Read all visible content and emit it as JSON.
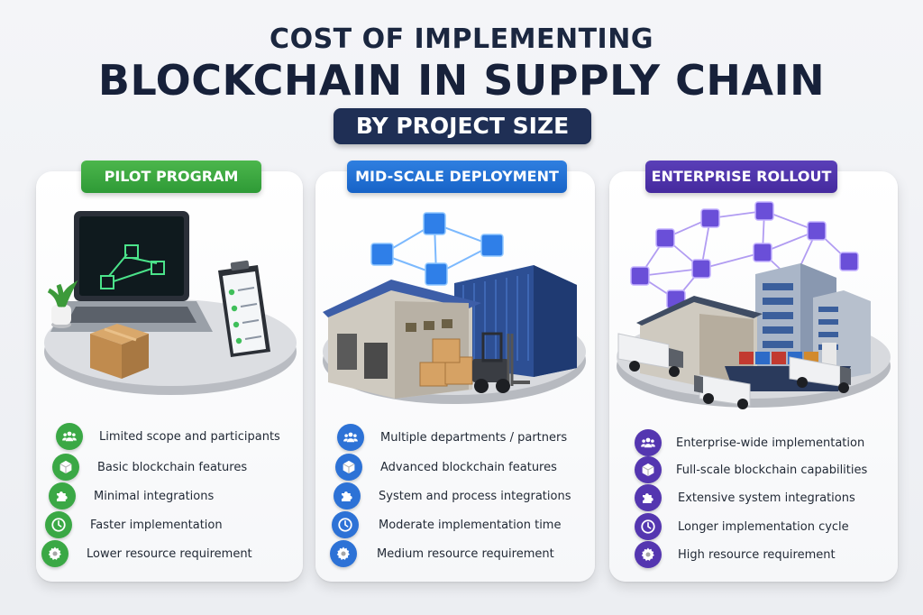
{
  "header": {
    "title_line1": "COST OF IMPLEMENTING",
    "title_line2": "BLOCKCHAIN IN SUPPLY CHAIN",
    "subtitle": "BY PROJECT SIZE"
  },
  "colors": {
    "green": "#3aa845",
    "blue": "#2d72d6",
    "purple": "#5436b0",
    "navy": "#1f2f55"
  },
  "columns": [
    {
      "label": "PILOT PROGRAM",
      "features": [
        {
          "icon": "people-icon",
          "text": "Limited scope and participants"
        },
        {
          "icon": "cube-icon",
          "text": "Basic blockchain features"
        },
        {
          "icon": "puzzle-icon",
          "text": "Minimal integrations"
        },
        {
          "icon": "clock-icon",
          "text": "Faster implementation"
        },
        {
          "icon": "gear-icon",
          "text": "Lower resource requirement"
        }
      ]
    },
    {
      "label": "MID-SCALE DEPLOYMENT",
      "features": [
        {
          "icon": "people-icon",
          "text": "Multiple departments / partners"
        },
        {
          "icon": "cube-icon",
          "text": "Advanced blockchain features"
        },
        {
          "icon": "puzzle-icon",
          "text": "System and process integrations"
        },
        {
          "icon": "clock-icon",
          "text": "Moderate implementation time"
        },
        {
          "icon": "gear-icon",
          "text": "Medium resource requirement"
        }
      ]
    },
    {
      "label": "ENTERPRISE ROLLOUT",
      "features": [
        {
          "icon": "people-icon",
          "text": "Enterprise-wide implementation"
        },
        {
          "icon": "cube-icon",
          "text": "Full-scale blockchain capabilities"
        },
        {
          "icon": "puzzle-icon",
          "text": "Extensive system integrations"
        },
        {
          "icon": "clock-icon",
          "text": "Longer implementation cycle"
        },
        {
          "icon": "gear-icon",
          "text": "High resource requirement"
        }
      ]
    }
  ]
}
